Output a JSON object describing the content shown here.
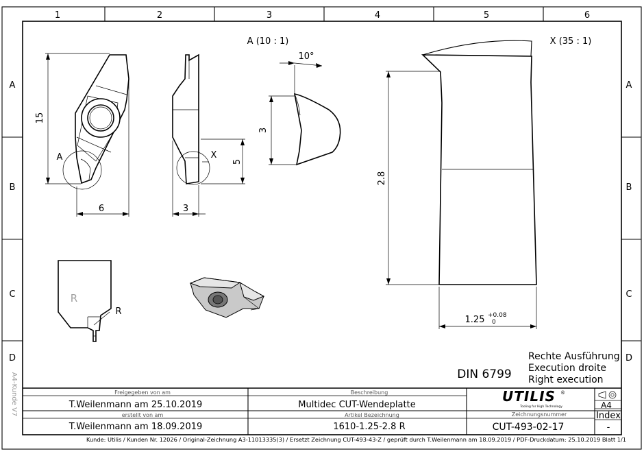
{
  "grid": {
    "columns": [
      "1",
      "2",
      "3",
      "4",
      "5",
      "6"
    ],
    "rows": [
      "A",
      "B",
      "C",
      "D"
    ]
  },
  "views": {
    "detail_a_label": "A (10 : 1)",
    "detail_x_label": "X (35 : 1)",
    "angle": "10°",
    "callout_a": "A",
    "callout_x": "X",
    "callout_r": "R",
    "engraving_r": "R"
  },
  "dimensions": {
    "height_15": "15",
    "width_6": "6",
    "thickness_3": "3",
    "height_5": "5",
    "detail_3": "3",
    "width_2_8": "2.8",
    "width_1_25": "1.25",
    "tol_upper": "+0.08",
    "tol_lower": "0"
  },
  "notes": {
    "din": "DIN 6799",
    "execution": [
      "Rechte Ausführung",
      "Execution droite",
      "Right execution"
    ]
  },
  "title_block": {
    "released_caption": "Freigegeben von am",
    "released_value": "T.Weilenmann am 25.10.2019",
    "created_caption": "erstellt von am",
    "created_value": "T.Weilenmann am 18.09.2019",
    "description_caption": "Beschreibung",
    "description_value": "Multidec CUT-Wendeplatte",
    "article_caption": "Artikel Bezeichnung",
    "article_value": "1610-1.25-2.8 R",
    "logo": "UTILIS",
    "logo_tagline": "Tooling for High Technology",
    "drawing_no_caption": "Zeichnungsnummer",
    "drawing_no_value": "CUT-493-02-17",
    "format": "A4",
    "index_caption": "Index",
    "index_value": "-",
    "footer": "Kunde: Utilis / Kunden Nr. 12026 / Original-Zeichnung A3-11013335(3)    /    Ersetzt Zeichnung CUT-493-43-Z / geprüft durch T.Weilenmann am 18.09.2019 / PDF-Druckdatum: 25.10.2019  Blatt 1/1",
    "side_text": "A4-Kunde V7"
  }
}
